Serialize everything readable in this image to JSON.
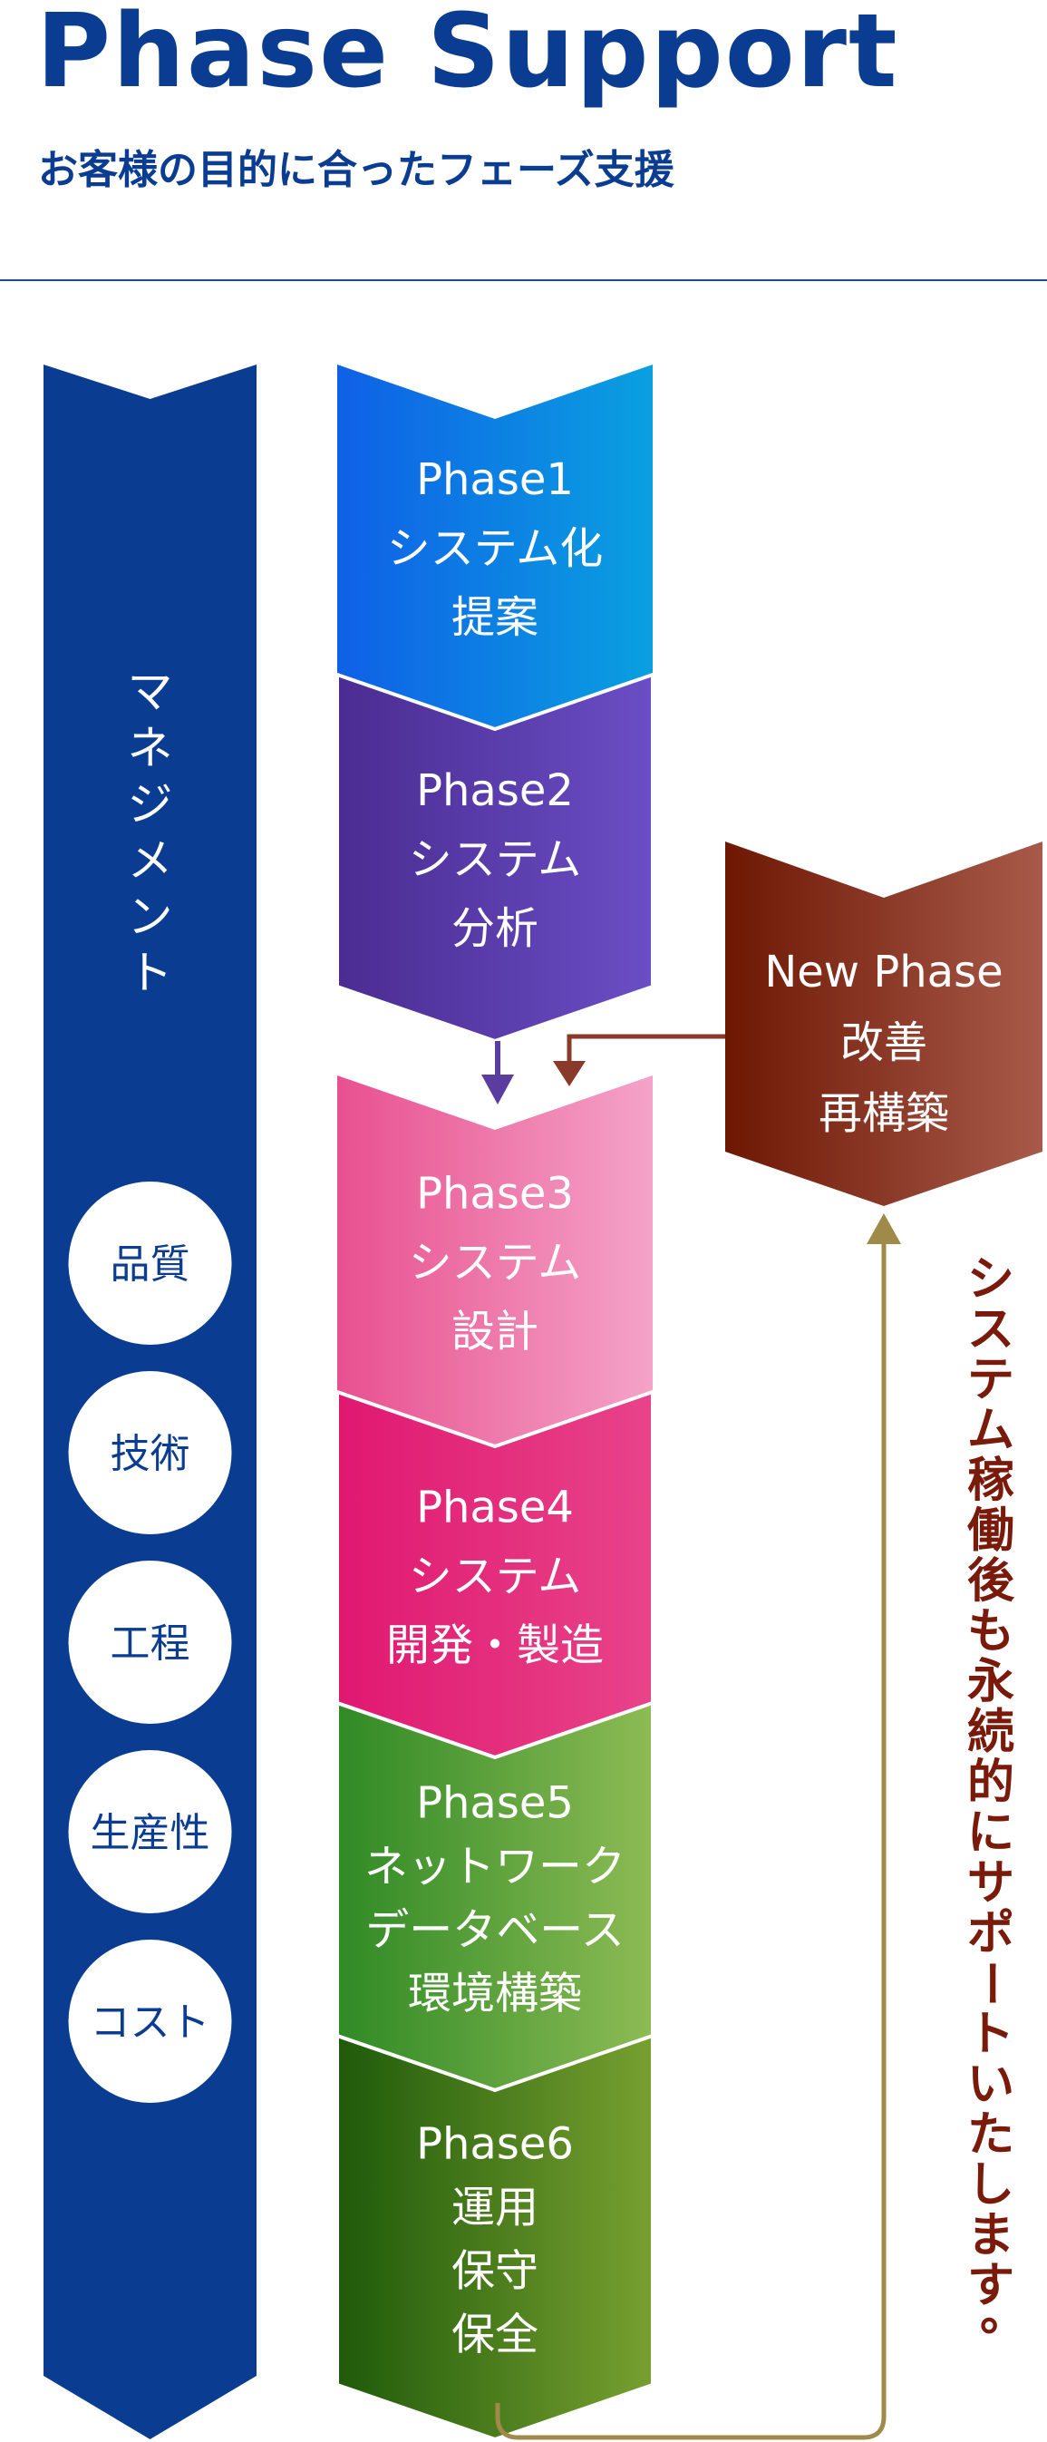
{
  "header": {
    "title": "Phase Support",
    "subtitle": "お客様の目的に合ったフェーズ支援"
  },
  "management": {
    "label": "マネジメント",
    "items": [
      "品質",
      "技術",
      "工程",
      "生産性",
      "コスト"
    ]
  },
  "phases": [
    {
      "lines": [
        "Phase1",
        "システム化",
        "提案"
      ]
    },
    {
      "lines": [
        "Phase2",
        "システム",
        "分析"
      ]
    },
    {
      "lines": [
        "Phase3",
        "システム",
        "設計"
      ]
    },
    {
      "lines": [
        "Phase4",
        "システム",
        "開発・製造"
      ]
    },
    {
      "lines": [
        "Phase5",
        "ネットワーク",
        "データベース",
        "環境構築"
      ]
    },
    {
      "lines": [
        "Phase6",
        "運用",
        "保守",
        "保全"
      ]
    }
  ],
  "new_phase": {
    "lines": [
      "New Phase",
      "改善",
      "再構築"
    ]
  },
  "support_text": "システム稼働後も永続的にサポートいたします。",
  "colors": {
    "brand_blue": "#0a3d91",
    "divider": "#1f4f8f",
    "management_blue": "#0a3d91",
    "phase1": [
      "#0f60e6",
      "#0aa0e0"
    ],
    "phase2": [
      "#4a2c91",
      "#6a4ec5"
    ],
    "phase3": [
      "#e8508f",
      "#f4a3c8"
    ],
    "phase4": [
      "#e01870",
      "#e8448a"
    ],
    "phase5": [
      "#2f8a25",
      "#8dbb55"
    ],
    "phase6": [
      "#1f5a0a",
      "#78a030"
    ],
    "new_phase": [
      "#6e1804",
      "#a85a4a"
    ],
    "new_phase_connector": "#8a3a2a",
    "phase2_connector": "#5a3d9e",
    "loop_connector": "#a08a4a",
    "support_text": "#7a1a0a"
  }
}
